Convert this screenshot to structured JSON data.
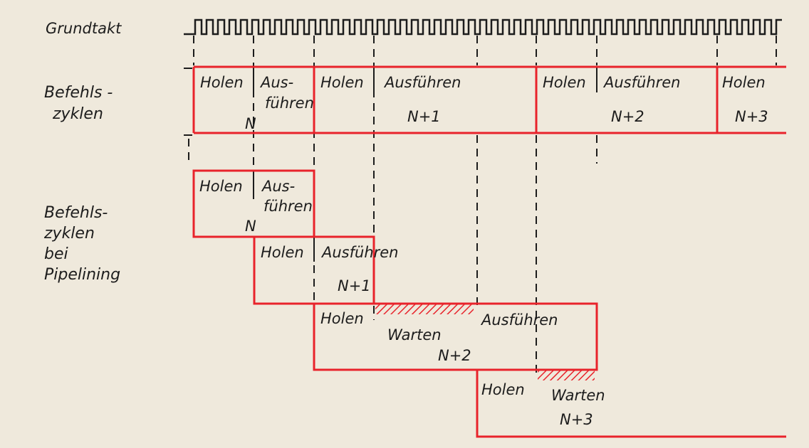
{
  "labels": {
    "clock": "Grundtakt",
    "befehlszyklen_1": "Befehls -",
    "befehlszyklen_2": "zyklen",
    "pipelining_1": "Befehls-",
    "pipelining_2": "zyklen",
    "pipelining_3": "bei",
    "pipelining_4": "Pipelining"
  },
  "phases": {
    "fetch": "Holen",
    "exec_1": "Aus-",
    "exec_2": "führen",
    "exec": "Ausführen",
    "wait": "Warten"
  },
  "instructions": {
    "n": "N",
    "n1": "N+1",
    "n2": "N+2",
    "n3": "N+3"
  },
  "colors": {
    "ink": "#1c1c1c",
    "red": "#e8232b",
    "paper": "#efe9dc"
  }
}
